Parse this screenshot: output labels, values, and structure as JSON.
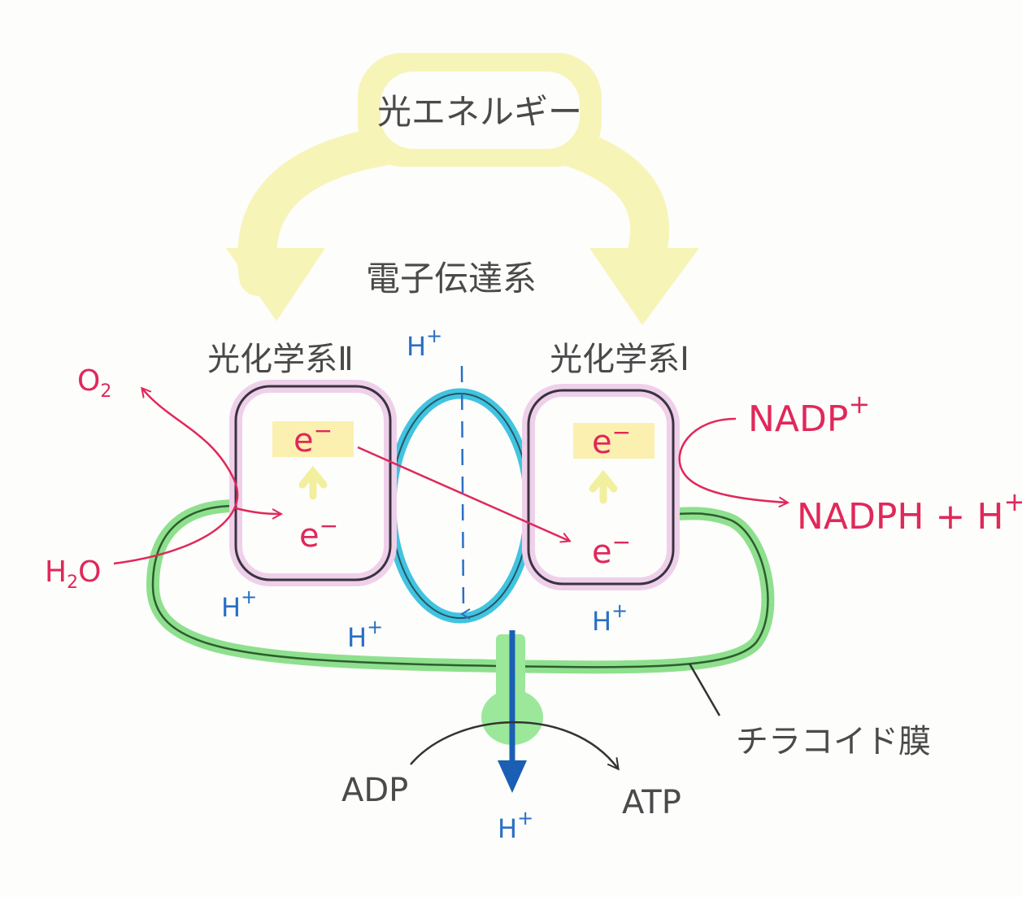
{
  "light_energy": "光エネルギー",
  "etc_title": "電子伝達系",
  "ps2_label": "光化学系Ⅱ",
  "ps1_label": "光化学系Ⅰ",
  "o2": "O",
  "o2_sub": "2",
  "h2o_h": "H",
  "h2o_2": "2",
  "h2o_o": "O",
  "nadp": "NADP",
  "nadp_sup": "+",
  "nadph": "NADPH + H",
  "nadph_sup": "+",
  "electron": "e",
  "electron_sup": "−",
  "hplus": "H",
  "hplus_sup": "+",
  "adp": "ADP",
  "atp": "ATP",
  "membrane_label": "チラコイド膜",
  "colors": {
    "light_yellow": "#f7f4b8",
    "electron_pink": "#e0285a",
    "proton_blue": "#2a6fc4",
    "membrane_green": "#8ee08e",
    "cytochrome_cyan": "#40c4e0",
    "text_gray": "#4a4a4a"
  }
}
